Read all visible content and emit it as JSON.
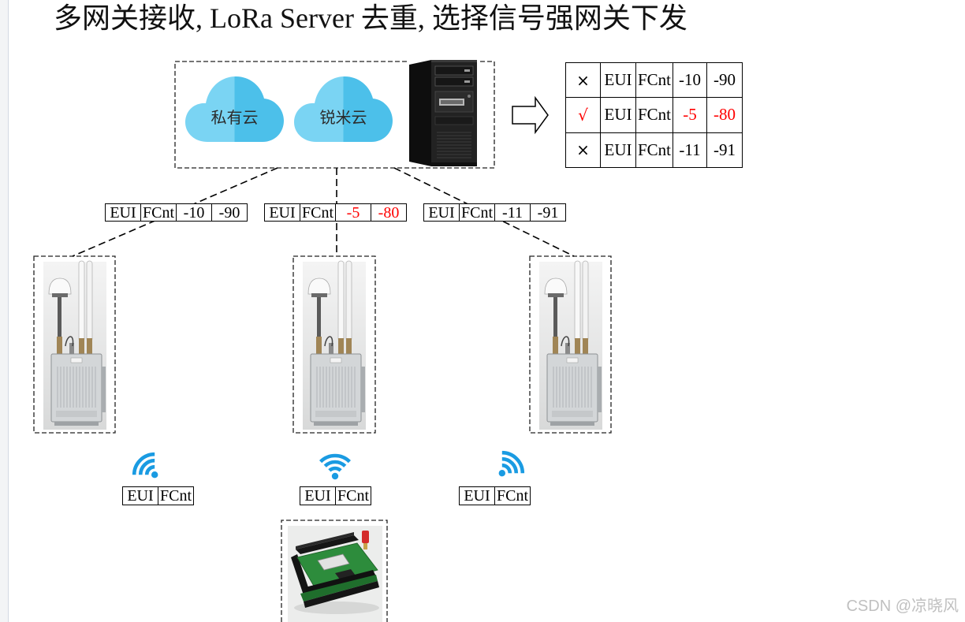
{
  "title": "多网关接收, LoRa Server 去重, 选择信号强网关下发",
  "server_area": {
    "clouds": [
      {
        "label": "私有云"
      },
      {
        "label": "锐米云"
      }
    ]
  },
  "result_table": {
    "rows": [
      {
        "mark": "×",
        "cells": [
          "EUI",
          "FCnt",
          "-10",
          "-90"
        ],
        "highlight": false
      },
      {
        "mark": "√",
        "cells": [
          "EUI",
          "FCnt",
          "-5",
          "-80"
        ],
        "highlight": true
      },
      {
        "mark": "×",
        "cells": [
          "EUI",
          "FCnt",
          "-11",
          "-91"
        ],
        "highlight": false
      }
    ]
  },
  "gateway_uplinks": [
    {
      "cells": [
        "EUI",
        "FCnt",
        "-10",
        "-90"
      ],
      "highlight": false
    },
    {
      "cells": [
        "EUI",
        "FCnt",
        "-5",
        "-80"
      ],
      "highlight": true
    },
    {
      "cells": [
        "EUI",
        "FCnt",
        "-11",
        "-91"
      ],
      "highlight": false
    }
  ],
  "device_packets": [
    {
      "cells": [
        "EUI",
        "FCnt"
      ]
    },
    {
      "cells": [
        "EUI",
        "FCnt"
      ]
    },
    {
      "cells": [
        "EUI",
        "FCnt"
      ]
    }
  ],
  "watermark": "CSDN @凉晓风",
  "colors": {
    "highlight": "#ff0000",
    "wifi": "#1a9be2",
    "cloud_light": "#7ad4f3",
    "cloud_dark": "#4cc0ea"
  },
  "icons": {
    "cloud": "cloud-icon",
    "server": "server-tower-icon",
    "arrow": "right-arrow-icon",
    "gateway": "lora-gateway-icon",
    "signal": "wifi-signal-icon",
    "end_device": "lora-node-board-icon"
  }
}
